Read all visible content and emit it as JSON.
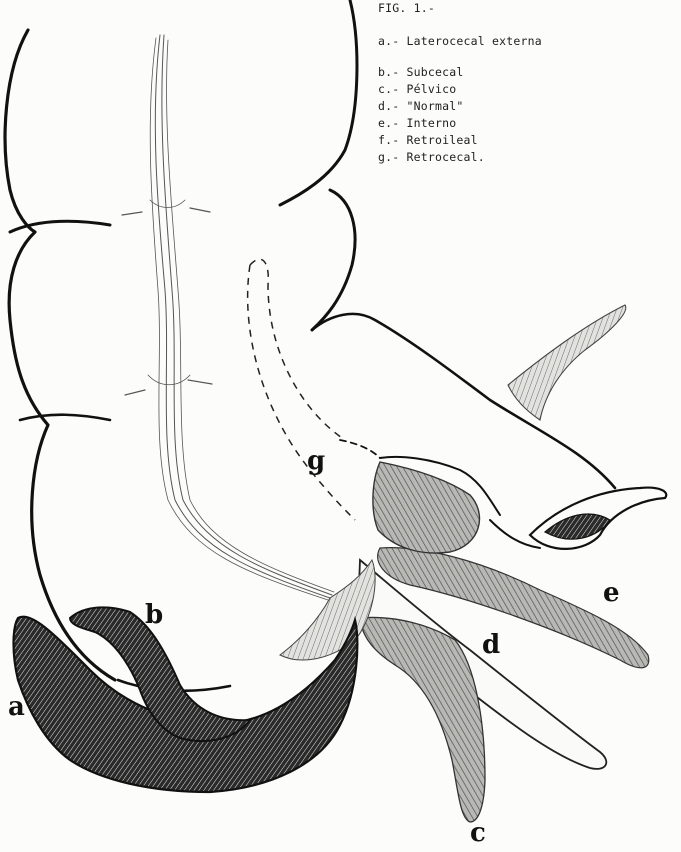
{
  "figure": {
    "title": "FIG. 1.-",
    "legend": [
      {
        "key": "a",
        "text": "a.- Laterocecal externa"
      },
      {
        "key": "b",
        "text": "b.- Subcecal"
      },
      {
        "key": "c",
        "text": "c.- Pélvico"
      },
      {
        "key": "d",
        "text": "d.- \"Normal\""
      },
      {
        "key": "e",
        "text": "e.- Interno"
      },
      {
        "key": "f",
        "text": "f.- Retroileal"
      },
      {
        "key": "g",
        "text": "g.- Retrocecal."
      }
    ],
    "labels": {
      "a": "a",
      "b": "b",
      "c": "c",
      "d": "d",
      "e": "e",
      "g": "g"
    }
  }
}
